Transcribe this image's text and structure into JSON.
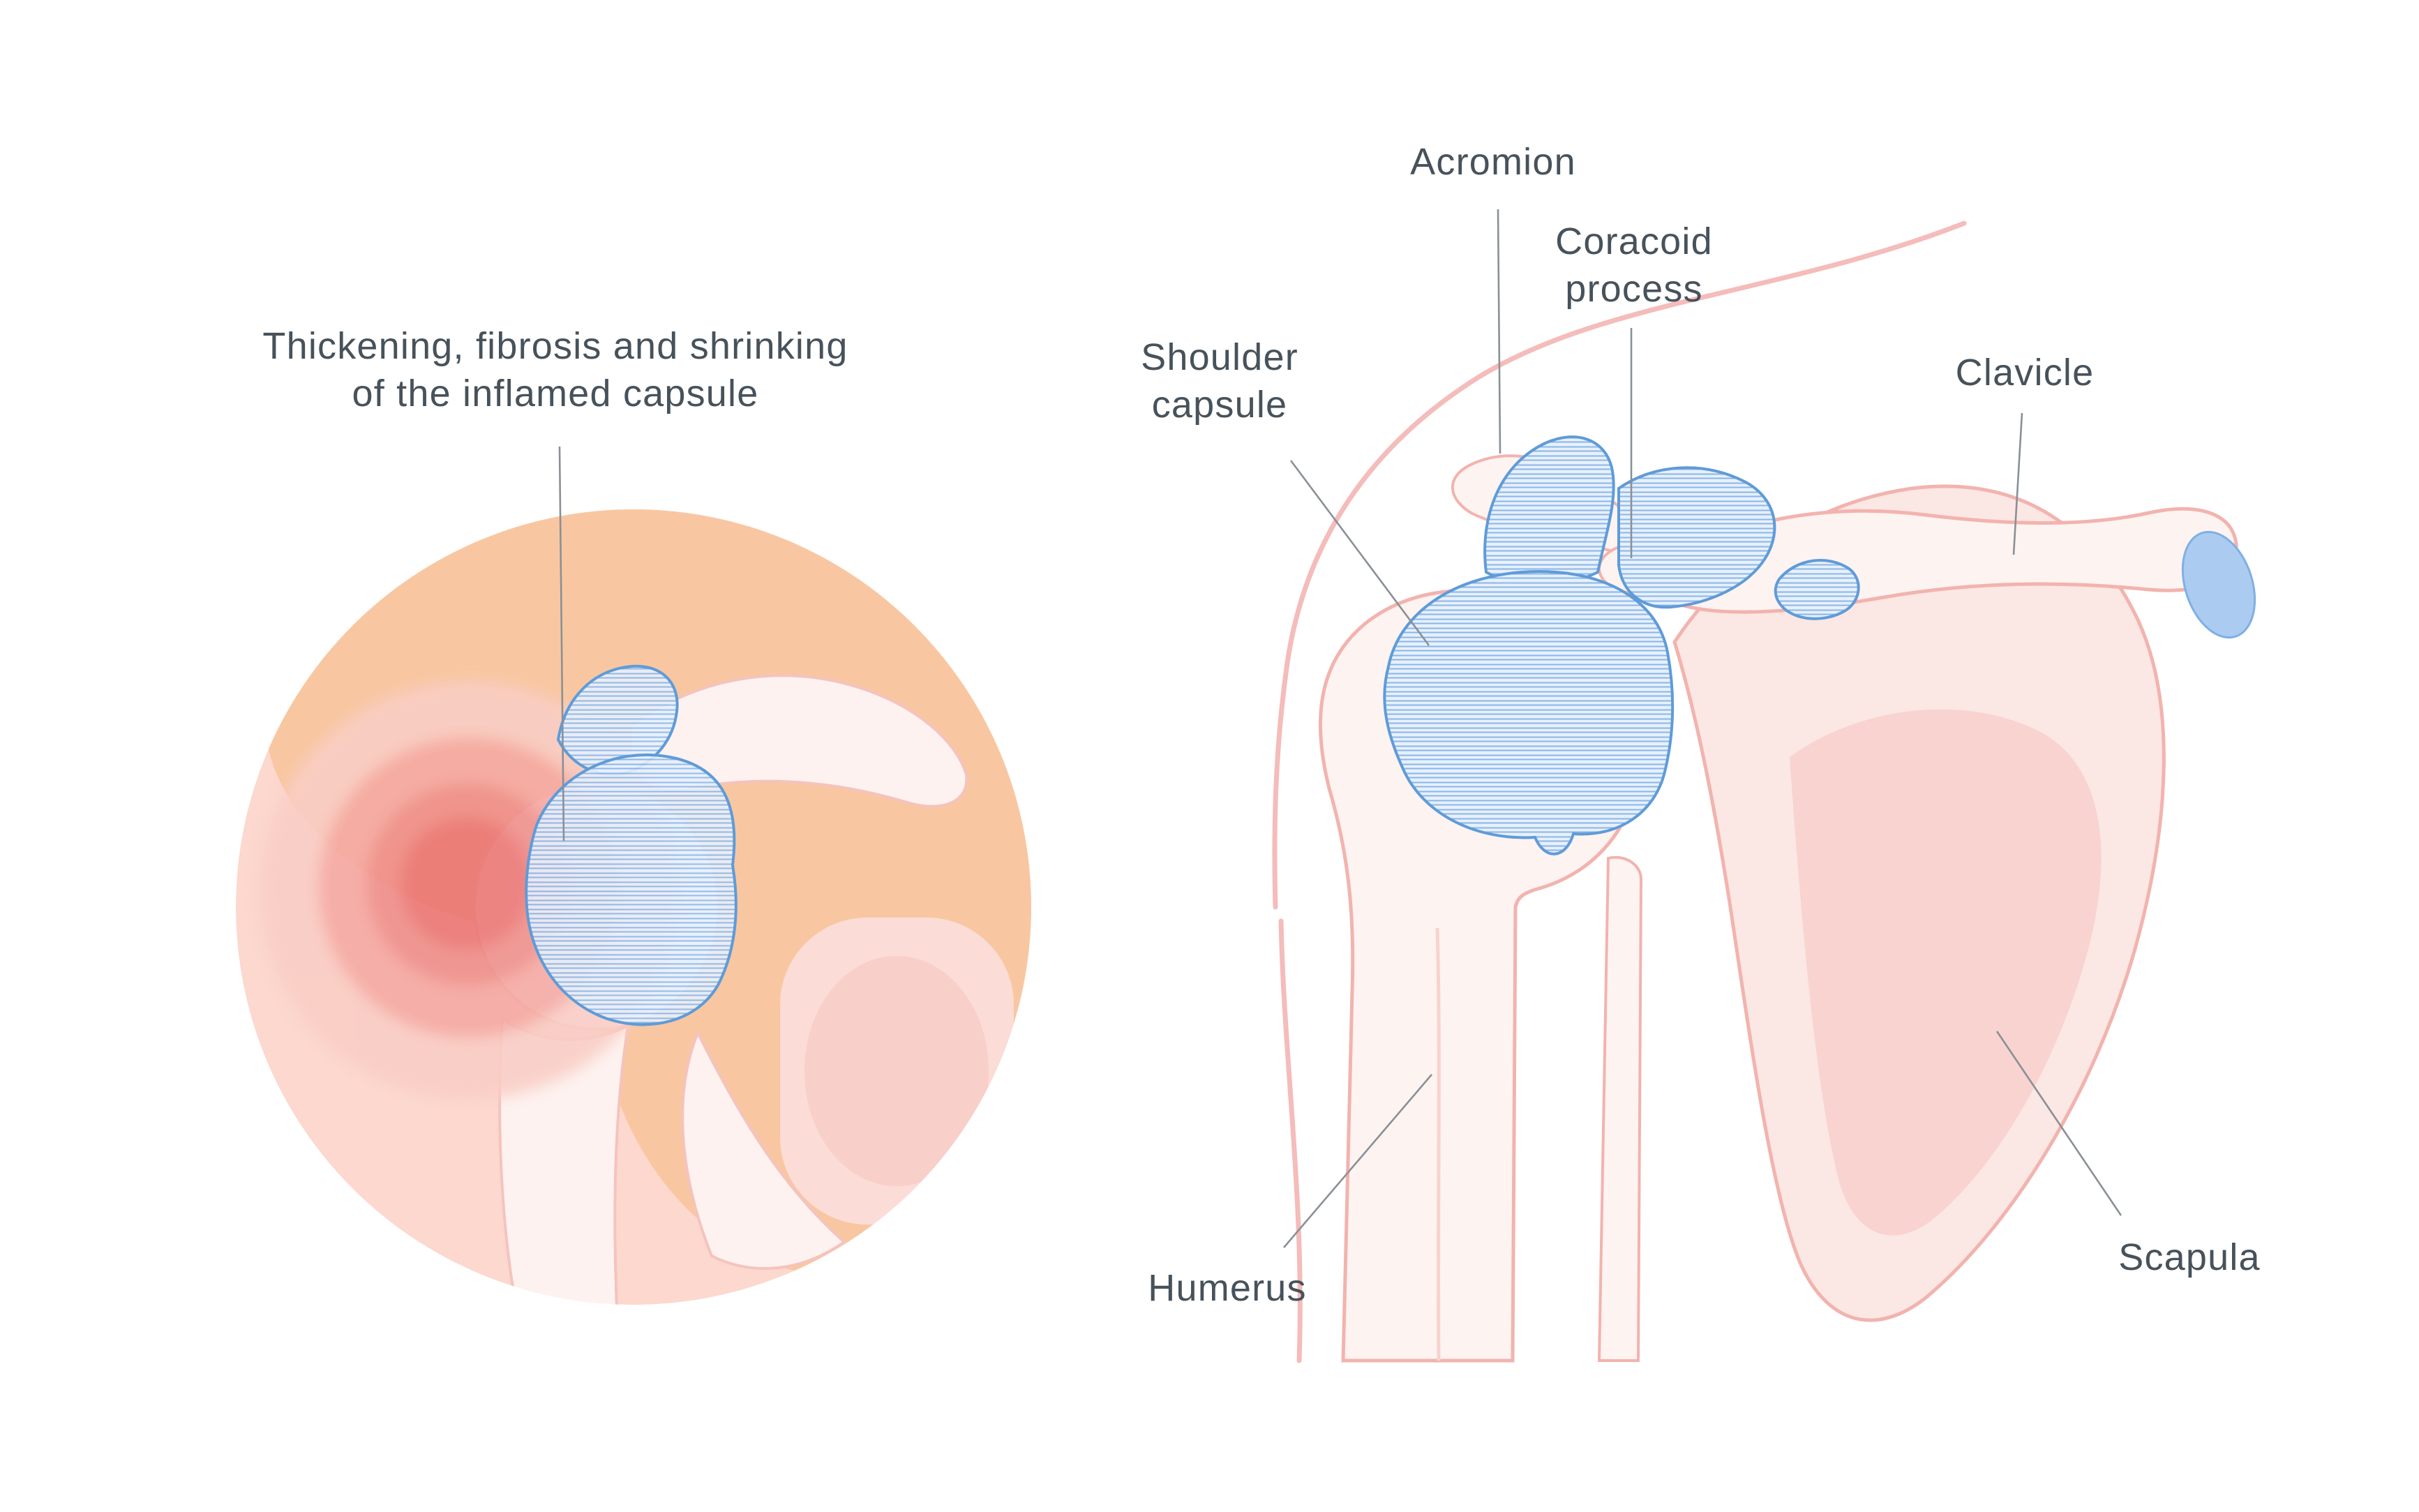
{
  "figure": {
    "inset_caption": {
      "line1": "Thickening, fibrosis and shrinking",
      "line2": "of the inflamed capsule"
    },
    "labels": {
      "acromion": "Acromion",
      "coracoid_line1": "Coracoid",
      "coracoid_line2": "process",
      "clavicle": "Clavicle",
      "shoulder_capsule_line1": "Shoulder",
      "shoulder_capsule_line2": "capsule",
      "humerus": "Humerus",
      "scapula": "Scapula"
    },
    "colors": {
      "background": "#ffffff",
      "label_text": "#47525b",
      "leader_line": "#8a9097",
      "bone_fill": "#fdf3f1",
      "bone_outline": "#f2b3ae",
      "scapula_fill": "#fbe7e4",
      "scapula_inner": "#f8d3cf",
      "capsule_fill": "#e7f0fb",
      "capsule_stroke": "#5f9bd8",
      "capsule_stripe": "#8ab6e8",
      "clavicle_tip_blue": "#abcbf0",
      "sweep_curve_pink": "#f4bcba",
      "inset_base_pink": "#fcd8ce",
      "inset_peach": "#f8c7a1",
      "inflammation_outer": "#f9cdc5",
      "inflammation_mid": "#f5a9a3",
      "inflammation_deep": "#ef8e8a",
      "inflammation_core": "#ea7673"
    }
  }
}
